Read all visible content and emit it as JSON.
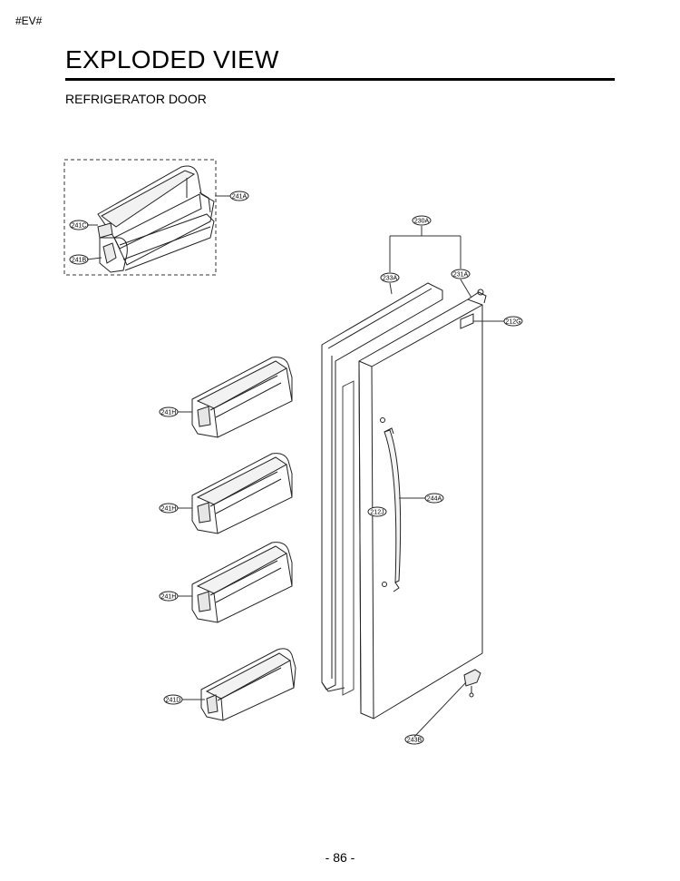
{
  "page": {
    "tag": "#EV#",
    "title": "EXPLODED VIEW",
    "subtitle": "REFRIGERATOR DOOR",
    "page_number": "- 86 -"
  },
  "parts": {
    "p241A": "241A",
    "p241C": "241C",
    "p241B": "241B",
    "p230A": "230A",
    "p233A": "233A",
    "p231A": "231A",
    "p212G": "212G",
    "p241H_1": "241H",
    "p241H_2": "241H",
    "p241H_3": "241H",
    "p241D": "241D",
    "p244A": "244A",
    "p212J": "212J",
    "p243B": "243B"
  }
}
